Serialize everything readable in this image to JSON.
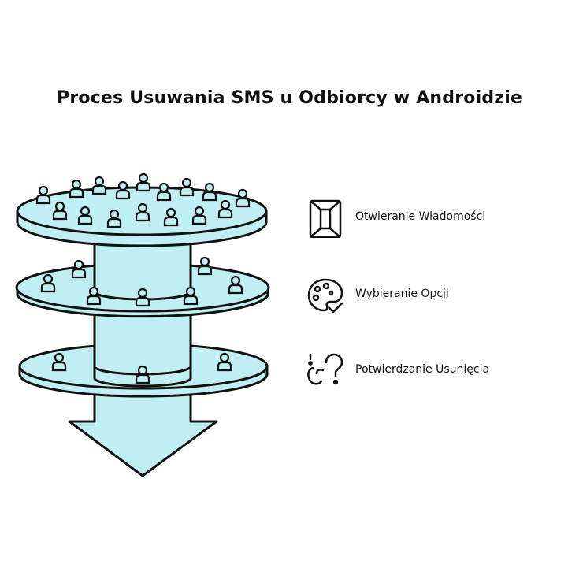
{
  "title": "Proces Usuwania SMS u Odbiorcy w Androidzie",
  "colors": {
    "fill": "#bfeff2",
    "stroke": "#111111",
    "background": "#ffffff"
  },
  "steps": [
    {
      "label": "Otwieranie Wiadomości",
      "icon": "envelope-icon"
    },
    {
      "label": "Wybieranie Opcji",
      "icon": "options-palette-icon"
    },
    {
      "label": "Potwierdzanie Usunięcia",
      "icon": "question-marks-icon"
    }
  ]
}
